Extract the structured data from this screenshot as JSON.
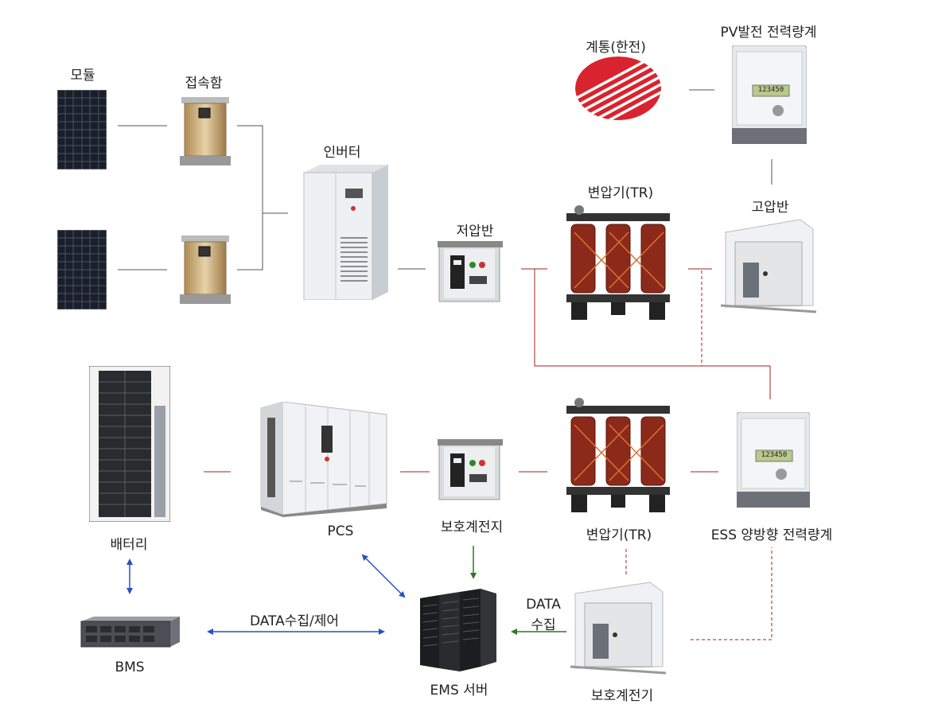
{
  "labels": {
    "module": "모듈",
    "junction_box": "접속함",
    "inverter": "인버터",
    "low_voltage_panel": "저압반",
    "transformer_top": "변압기(TR)",
    "grid_kepco": "계통(한전)",
    "pv_meter": "PV발전 전력량계",
    "high_voltage_panel": "고압반",
    "battery": "배터리",
    "pcs": "PCS",
    "protection_breaker": "보호계전지",
    "transformer_bottom": "변압기(TR)",
    "ess_meter": "ESS 양방향 전력량계",
    "bms": "BMS",
    "data_control": "DATA수집/제어",
    "ems_server": "EMS 서버",
    "data_collect_line1": "DATA",
    "data_collect_line2": "수집",
    "protection_relay": "보호계전기"
  },
  "meter_readout": "123450",
  "colors": {
    "power_line": "#a0201e",
    "data_line": "#2b4fc4",
    "signal_line": "#2a7a1e",
    "connector": "#555555"
  }
}
